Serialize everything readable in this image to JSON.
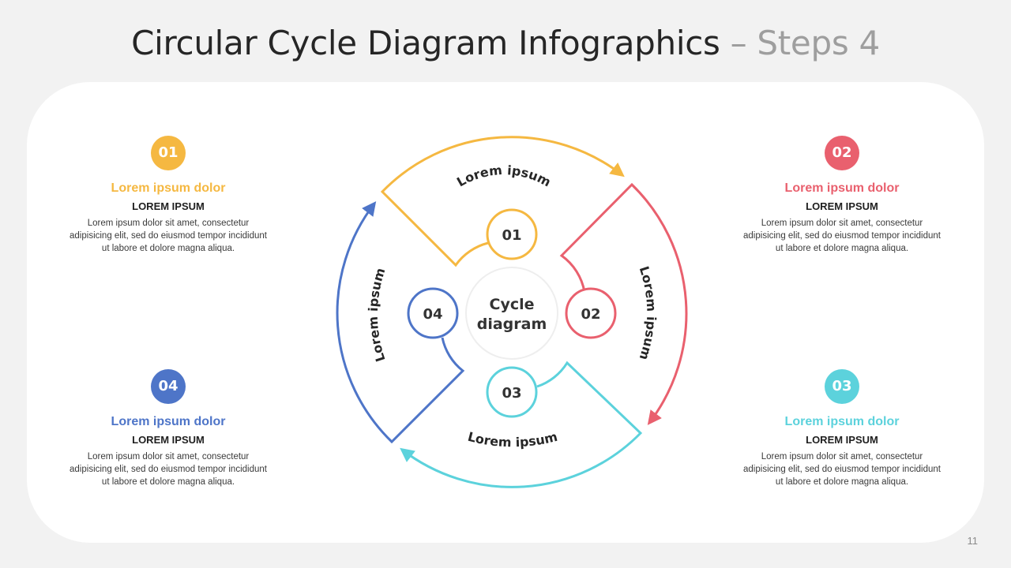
{
  "title": {
    "main": "Circular Cycle Diagram Infographics",
    "dash": "–",
    "sub": "Steps 4"
  },
  "colors": {
    "yellow": "#f5b841",
    "red": "#e9606e",
    "teal": "#5cd2dc",
    "blue": "#4e75c8"
  },
  "center": {
    "line1": "Cycle",
    "line2": "diagram"
  },
  "diagram_labels": {
    "segment1": "Lorem ipsum",
    "segment2": "Lorem ipsum",
    "segment3": "Lorem ipsum",
    "segment4": "Lorem ipsum"
  },
  "steps": [
    {
      "number": "01",
      "heading": "Lorem ipsum dolor",
      "subheading": "LOREM IPSUM",
      "desc": "Lorem ipsum dolor sit amet, consectetur adipisicing elit, sed do eiusmod tempor incididunt ut labore et dolore magna aliqua."
    },
    {
      "number": "02",
      "heading": "Lorem ipsum dolor",
      "subheading": "LOREM IPSUM",
      "desc": "Lorem ipsum dolor sit amet, consectetur adipisicing elit, sed do eiusmod tempor incididunt ut labore et dolore magna aliqua."
    },
    {
      "number": "03",
      "heading": "Lorem ipsum dolor",
      "subheading": "LOREM IPSUM",
      "desc": "Lorem ipsum dolor sit amet, consectetur adipisicing elit, sed do eiusmod tempor incididunt ut labore et dolore magna aliqua."
    },
    {
      "number": "04",
      "heading": "Lorem ipsum dolor",
      "subheading": "LOREM IPSUM",
      "desc": "Lorem ipsum dolor sit amet, consectetur adipisicing elit, sed do eiusmod tempor incididunt ut labore et dolore magna aliqua."
    }
  ],
  "page_number": "11"
}
